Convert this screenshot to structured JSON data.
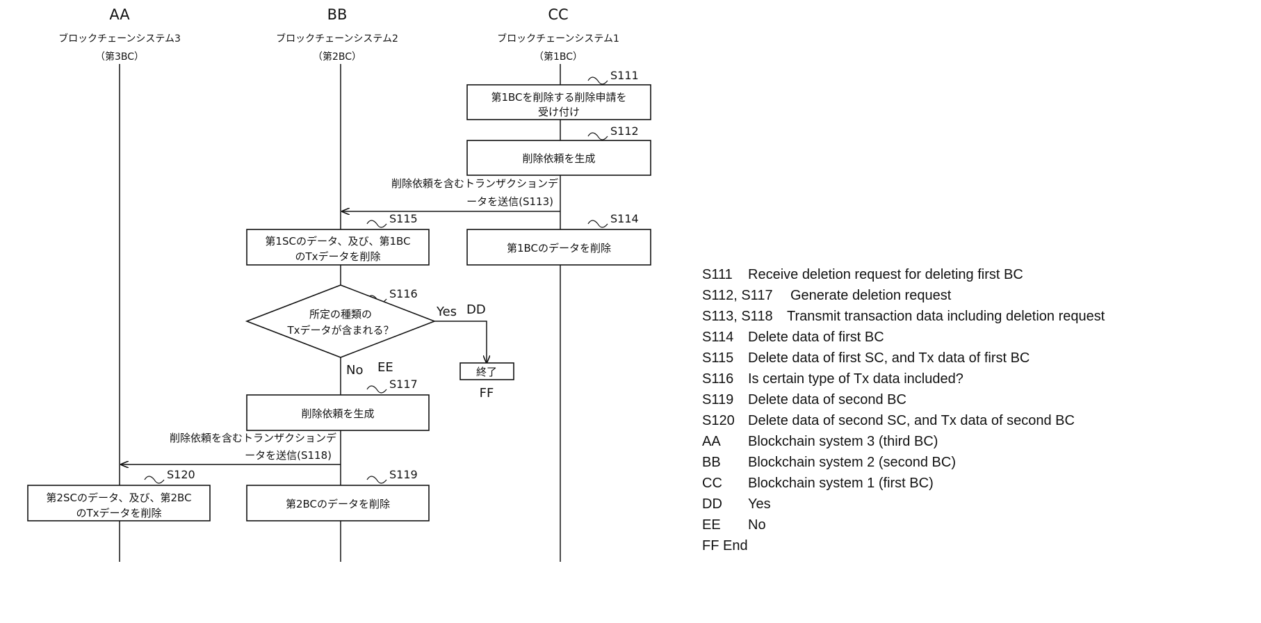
{
  "lanes": [
    {
      "code": "AA",
      "name": "ブロックチェーンシステム3",
      "sub": "（第3BC）"
    },
    {
      "code": "BB",
      "name": "ブロックチェーンシステム2",
      "sub": "（第2BC）"
    },
    {
      "code": "CC",
      "name": "ブロックチェーンシステム1",
      "sub": "（第1BC）"
    }
  ],
  "steps": {
    "s111": {
      "label": "S111",
      "line1": "第1BCを削除する削除申請を",
      "line2": "受け付け"
    },
    "s112": {
      "label": "S112",
      "text": "削除依頼を生成"
    },
    "s113": {
      "line1": "削除依頼を含むトランザクションデ",
      "line2": "ータを送信(S113)"
    },
    "s114": {
      "label": "S114",
      "text": "第1BCのデータを削除"
    },
    "s115": {
      "label": "S115",
      "line1": "第1SCのデータ、及び、第1BC",
      "line2": "のTxデータを削除"
    },
    "s116": {
      "label": "S116",
      "line1": "所定の種類の",
      "line2": "Txデータが含まれる？",
      "yes": "Yes",
      "no": "No",
      "yes_code": "DD",
      "no_code": "EE"
    },
    "end": {
      "text": "終了",
      "code": "FF"
    },
    "s117": {
      "label": "S117",
      "text": "削除依頼を生成"
    },
    "s118": {
      "line1": "削除依頼を含むトランザクションデ",
      "line2": "ータを送信(S118)"
    },
    "s119": {
      "label": "S119",
      "text": "第2BCのデータを削除"
    },
    "s120": {
      "label": "S120",
      "line1": "第2SCのデータ、及び、第2BC",
      "line2": "のTxデータを削除"
    }
  },
  "legend": [
    {
      "code": "S111",
      "text": "Receive deletion request for deleting first BC"
    },
    {
      "code": "S112, S117",
      "text": "Generate deletion request"
    },
    {
      "code": "S113, S118",
      "text": "Transmit transaction data including deletion request"
    },
    {
      "code": "S114",
      "text": "Delete data of first BC"
    },
    {
      "code": "S115",
      "text": "Delete data of first SC, and Tx data of first BC"
    },
    {
      "code": "S116",
      "text": "Is certain type of Tx data included?"
    },
    {
      "code": "S119",
      "text": "Delete data of second BC"
    },
    {
      "code": "S120",
      "text": "Delete data of second SC, and Tx data of second BC"
    },
    {
      "code": "AA",
      "text": "Blockchain system 3 (third BC)"
    },
    {
      "code": "BB",
      "text": "Blockchain system 2 (second BC)"
    },
    {
      "code": "CC",
      "text": "Blockchain system 1 (first BC)"
    },
    {
      "code": "DD",
      "text": "Yes"
    },
    {
      "code": "EE",
      "text": "No"
    },
    {
      "code": "FF",
      "text": "End"
    }
  ]
}
